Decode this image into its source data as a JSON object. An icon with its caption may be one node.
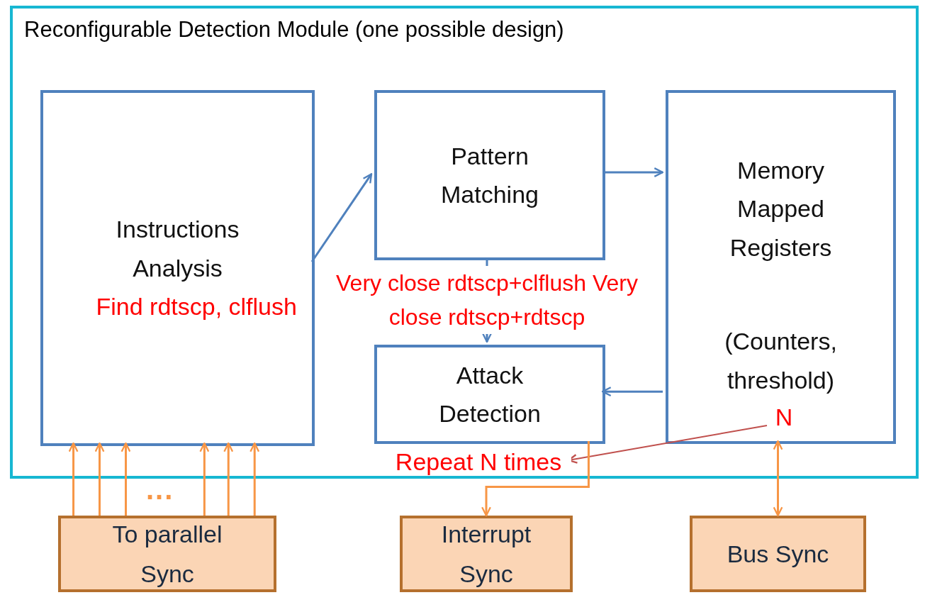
{
  "diagram": {
    "nodes": [
      {
        "text": [
          "Reconfigurable Detection Module (one possible design)"
        ]
      },
      {
        "text": [
          "Instructions Analysis",
          "Find rdtscp, clflush"
        ],
        "in": 0
      },
      {
        "text": [
          "Pattern Matching"
        ],
        "in": 0
      },
      {
        "text": [
          "Attack Detection"
        ],
        "in": 0
      },
      {
        "text": [
          "Memory Mapped Registers",
          "(Counters, threshold)"
        ],
        "in": 0
      },
      {
        "text": [
          "N"
        ],
        "in": 4
      },
      {
        "text": [
          "Repeat N times"
        ],
        "in": 0
      },
      {
        "text": [
          "To parallel Sync"
        ]
      },
      {
        "text": [
          "Interrupt Sync"
        ]
      },
      {
        "text": [
          "Bus Sync"
        ]
      }
    ],
    "edges": [
      {
        "from": 1,
        "to": 2,
        "arrow": "to",
        "color": "#4f81bd"
      },
      {
        "from": 2,
        "to": 4,
        "arrow": "to",
        "color": "#4f81bd"
      },
      {
        "from": 4,
        "to": 3,
        "arrow": "to",
        "color": "#4f81bd"
      },
      {
        "from": 2,
        "to": 3,
        "arrow": "to",
        "color": "#4f81bd",
        "label": "Very close rdtscp+clflush Very close rdtscp+rdtscp"
      },
      {
        "from": 5,
        "to": 6,
        "arrow": "to",
        "color": "#c0504d"
      },
      {
        "from": 7,
        "to": 1,
        "arrow": "to"
      },
      {
        "from": 7,
        "to": 1,
        "arrow": "to"
      },
      {
        "from": 7,
        "to": 1,
        "arrow": "to"
      },
      {
        "from": 7,
        "to": 1,
        "arrow": "to"
      },
      {
        "from": 7,
        "to": 1,
        "arrow": "to"
      },
      {
        "from": 7,
        "to": 1,
        "arrow": "to"
      },
      {
        "from": 3,
        "to": 8,
        "arrow": "to"
      },
      {
        "from": 9,
        "to": 4,
        "arrow": "both"
      }
    ],
    "labels": [
      "..."
    ]
  }
}
